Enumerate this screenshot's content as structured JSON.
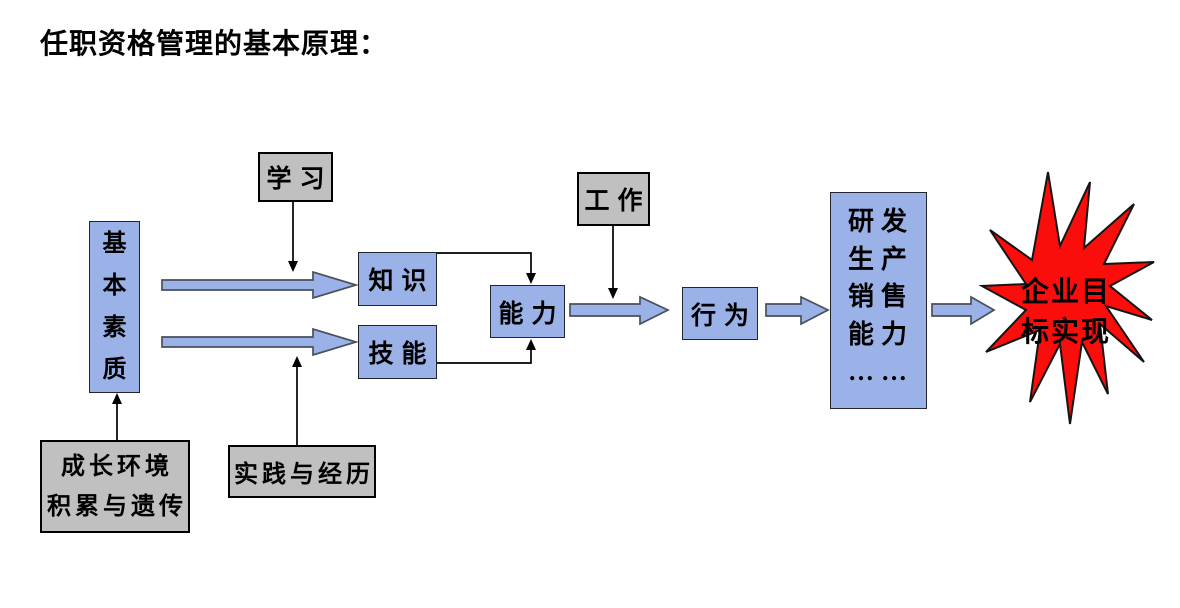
{
  "title": "任职资格管理的基本原理：",
  "colors": {
    "node_blue": "#9BB2E8",
    "node_gray": "#C0C0C0",
    "burst_red": "#FA0D0A",
    "connector_black": "#000000",
    "arrow_outline": "#4a4f5a"
  },
  "diagram": {
    "nodes": {
      "basic_quality": {
        "label": "基本素质"
      },
      "learning": {
        "label": "学习"
      },
      "knowledge": {
        "label": "知识"
      },
      "skill": {
        "label": "技能"
      },
      "growth_env": {
        "line1": "成长环境",
        "line2": "积累与遗传"
      },
      "practice": {
        "label": "实践与经历"
      },
      "ability": {
        "label": "能力"
      },
      "work": {
        "label": "工作"
      },
      "behavior": {
        "label": "行为"
      },
      "company_capability": {
        "lines": [
          "研发",
          "生产",
          "销售",
          "能力",
          "……"
        ]
      },
      "goal": {
        "line1": "企业目",
        "line2": "标实现"
      }
    }
  }
}
